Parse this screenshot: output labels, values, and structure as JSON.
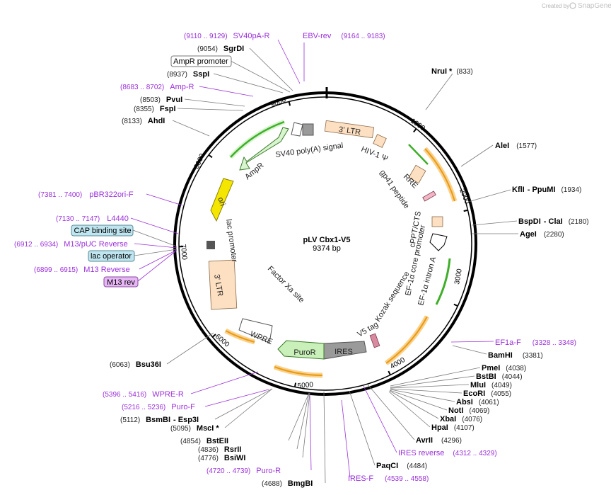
{
  "branding": {
    "created_by": "Created by",
    "product": "SnapGene"
  },
  "plasmid": {
    "name": "pLV Cbx1-V5",
    "length": "9374 bp",
    "total_bp": 9374
  },
  "ticks": [
    "1000",
    "2000",
    "3000",
    "4000",
    "5000",
    "6000",
    "7000",
    "8000",
    "9000"
  ],
  "colors": {
    "primer": "#9b30d9",
    "ltr": "#fde0c2",
    "arrow_orange": "#f6a623",
    "arrow_green": "#3fae2a",
    "puro": "#c8f0b8",
    "ampr": "#d8f5cf",
    "ori": "#f5e600",
    "ires": "#9a9a9a",
    "lac_box": "#bfe6f0",
    "m13_box": "#e7b7f5"
  },
  "sites": [
    {
      "name": "NruI *",
      "pos": "(833)"
    },
    {
      "name": "AleI",
      "pos": "(1577)"
    },
    {
      "name": "KflI",
      "extra": "- PpuMI",
      "pos": "(1934)"
    },
    {
      "name": "BspDI",
      "extra": "- ClaI",
      "pos": "(2180)"
    },
    {
      "name": "AgeI",
      "pos": "(2280)"
    },
    {
      "name": "BamHI",
      "pos": "(3381)"
    },
    {
      "name": "PmeI",
      "pos": "(4038)"
    },
    {
      "name": "BstBI",
      "pos": "(4044)"
    },
    {
      "name": "MluI",
      "pos": "(4049)"
    },
    {
      "name": "EcoRI",
      "pos": "(4055)"
    },
    {
      "name": "AbsI",
      "pos": "(4061)"
    },
    {
      "name": "NotI",
      "pos": "(4069)"
    },
    {
      "name": "XbaI",
      "pos": "(4076)"
    },
    {
      "name": "HpaI",
      "pos": "(4107)"
    },
    {
      "name": "AvrII",
      "pos": "(4296)"
    },
    {
      "name": "PaqCI",
      "pos": "(4484)"
    },
    {
      "name": "BmgBI",
      "pos": "(4688)"
    },
    {
      "name": "BsiWI",
      "pos": "(4776)"
    },
    {
      "name": "RsrII",
      "pos": "(4836)"
    },
    {
      "name": "BstEII",
      "pos": "(4854)"
    },
    {
      "name": "MscI *",
      "pos": "(5095)"
    },
    {
      "name": "BsmBI",
      "extra": "- Esp3I",
      "pos": "(5112)"
    },
    {
      "name": "Bsu36I",
      "pos": "(6063)"
    },
    {
      "name": "AhdI",
      "pos": "(8133)"
    },
    {
      "name": "FspI",
      "pos": "(8355)"
    },
    {
      "name": "PvuI",
      "pos": "(8503)"
    },
    {
      "name": "SspI",
      "pos": "(8937)"
    },
    {
      "name": "SgrDI",
      "pos": "(9054)"
    }
  ],
  "primers": [
    {
      "name": "SV40pA-R",
      "range": "(9110 .. 9129)"
    },
    {
      "name": "EBV-rev",
      "range": "(9164 .. 9183)"
    },
    {
      "name": "Amp-R",
      "range": "(8683 .. 8702)"
    },
    {
      "name": "pBR322ori-F",
      "range": "(7381 .. 7400)"
    },
    {
      "name": "L4440",
      "range": "(7130 .. 7147)"
    },
    {
      "name": "M13/pUC Reverse",
      "range": "(6912 .. 6934)"
    },
    {
      "name": "M13 Reverse",
      "range": "(6899 .. 6915)"
    },
    {
      "name": "EF1a-F",
      "range": "(3328 .. 3348)"
    },
    {
      "name": "IRES reverse",
      "range": "(4312 .. 4329)"
    },
    {
      "name": "IRES-F",
      "range": "(4539 .. 4558)"
    },
    {
      "name": "Puro-R",
      "range": "(4720 .. 4739)"
    },
    {
      "name": "Puro-F",
      "range": "(5216 .. 5236)"
    },
    {
      "name": "WPRE-R",
      "range": "(5396 .. 5416)"
    }
  ],
  "boxed_labels": {
    "ampr_promoter": "AmpR promoter",
    "cap_site": "CAP binding site",
    "lac_operator": "lac operator",
    "m13_rev": "M13 rev"
  },
  "features": {
    "ltr5": "3' LTR",
    "hiv_psi": "HIV-1 Ψ",
    "rre": "RRE",
    "gp41": "gp41 peptide",
    "cppt": "cPPT/CTS",
    "ef1a_core": "EF-1α core promoter",
    "ef1a_intron": "EF-1α intron A",
    "kozak": "Kozak sequence",
    "v5": "V5 tag",
    "ires": "IRES",
    "puror": "PuroR",
    "wpre": "WPRE",
    "factor_xa": "Factor Xa site",
    "ltr3": "3' LTR",
    "lac_promoter": "lac promoter",
    "ori": "ori",
    "ampr": "AmpR",
    "sv40": "SV40 poly(A) signal"
  }
}
